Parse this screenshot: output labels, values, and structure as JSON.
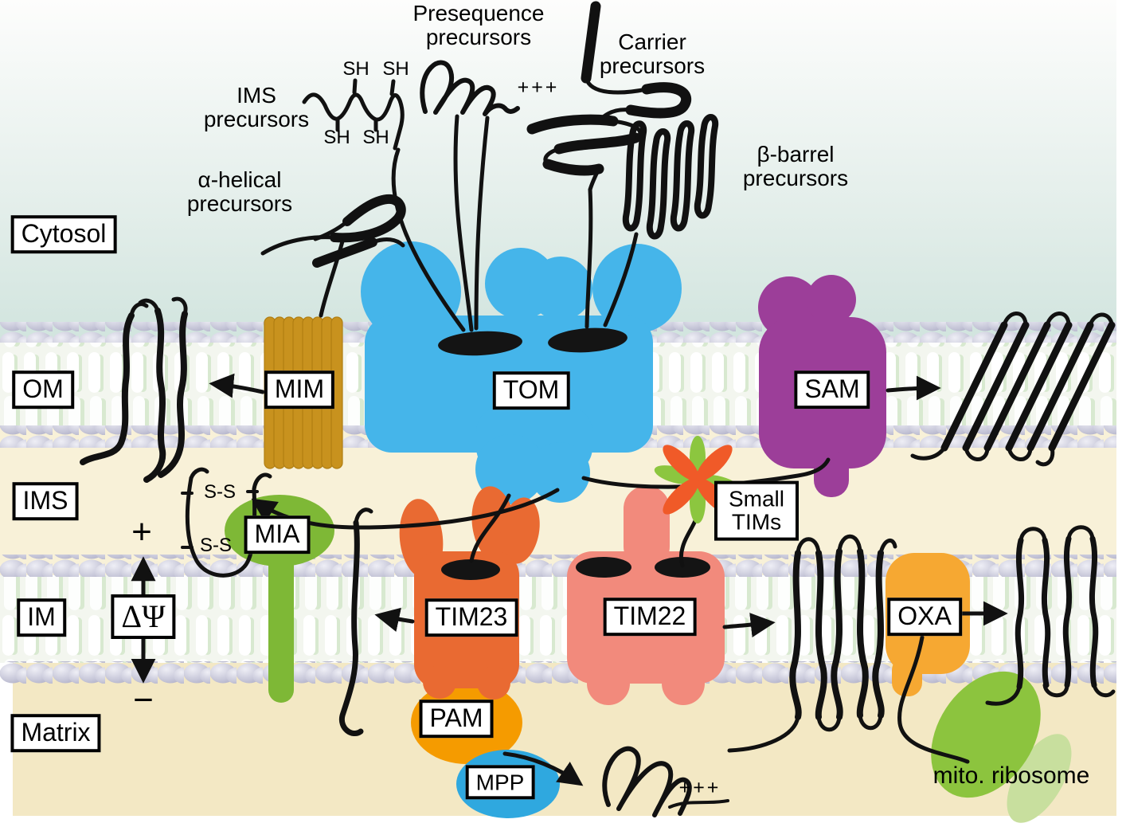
{
  "figure": {
    "compartments": {
      "cytosol": "Cytosol",
      "om": "OM",
      "ims": "IMS",
      "im": "IM",
      "matrix": "Matrix"
    },
    "complexes": {
      "tom": "TOM",
      "mim": "MIM",
      "sam": "SAM",
      "mia": "MIA",
      "tim23": "TIM23",
      "tim22": "TIM22",
      "small_tims": "Small TIMs",
      "oxa": "OXA",
      "pam": "PAM",
      "mpp": "MPP"
    },
    "precursors": {
      "presequence": "Presequence precursors",
      "carrier": "Carrier precursors",
      "ims": "IMS precursors",
      "alpha_helical": "α-helical precursors",
      "beta_barrel": "β-barrel precursors"
    },
    "annotations": {
      "sh": "SH",
      "disulfide": "S-S",
      "top_charges": "+++",
      "processed_charges": "+++",
      "membrane_potential": "ΔΨ",
      "plus": "+",
      "minus": "−",
      "mito_ribosome": "mito. ribosome"
    },
    "colors": {
      "cytosol_top": "#fdfdfc",
      "cytosol_bottom": "#cbe1da",
      "ims_cream": "#f8f1d8",
      "matrix_cream": "#f3e8c4",
      "tom_blue": "#45b5ea",
      "mim_gold": "#c8921e",
      "sam_purple": "#9c3e99",
      "mia_green": "#7eb836",
      "tim23_orange": "#e96a32",
      "tim22_salmon": "#f28a7c",
      "small_tim_orange": "#f05a28",
      "small_tim_green": "#8cc63f",
      "oxa_yellow": "#f6a832",
      "pam_orange": "#f59b00",
      "mpp_blue": "#2fa8df",
      "ribosome_green": "#8cc43e",
      "ribosome_light_green": "#c8df9e",
      "membrane_head_gray": "#c6c6d8",
      "membrane_tail_green": "#d8e9d0",
      "pore_black": "#141414",
      "line_black": "#111111"
    }
  }
}
